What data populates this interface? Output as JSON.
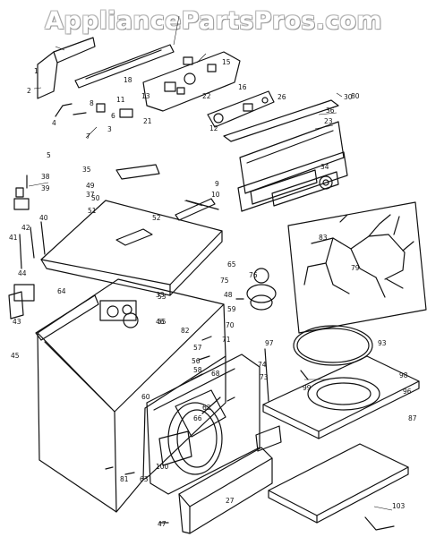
{
  "watermark": "AppliancePartsPros.com",
  "callouts": [
    {
      "key": "c1",
      "text": "1"
    },
    {
      "key": "c2",
      "text": "2"
    },
    {
      "key": "c3",
      "text": "3"
    },
    {
      "key": "c4",
      "text": "4"
    },
    {
      "key": "c5",
      "text": "5"
    },
    {
      "key": "c6",
      "text": "6"
    },
    {
      "key": "c7",
      "text": "7"
    },
    {
      "key": "c8",
      "text": "8"
    },
    {
      "key": "c9",
      "text": "9"
    },
    {
      "key": "c10",
      "text": "10"
    },
    {
      "key": "c11",
      "text": "11"
    },
    {
      "key": "c12",
      "text": "12"
    },
    {
      "key": "c13",
      "text": "13"
    },
    {
      "key": "c15",
      "text": "15"
    },
    {
      "key": "c16",
      "text": "16"
    },
    {
      "key": "c18",
      "text": "18"
    },
    {
      "key": "c21",
      "text": "21"
    },
    {
      "key": "c22",
      "text": "22"
    },
    {
      "key": "c23",
      "text": "23"
    },
    {
      "key": "c26",
      "text": "26"
    },
    {
      "key": "c27",
      "text": "27"
    },
    {
      "key": "c30",
      "text": "30"
    },
    {
      "key": "c33",
      "text": "33"
    },
    {
      "key": "c34",
      "text": "34"
    },
    {
      "key": "c35",
      "text": "35"
    },
    {
      "key": "c36",
      "text": "36"
    },
    {
      "key": "c37",
      "text": "37"
    },
    {
      "key": "c38",
      "text": "38"
    },
    {
      "key": "c39",
      "text": "39"
    },
    {
      "key": "c40",
      "text": "40"
    },
    {
      "key": "c41",
      "text": "41"
    },
    {
      "key": "c42",
      "text": "42"
    },
    {
      "key": "c43",
      "text": "43"
    },
    {
      "key": "c44",
      "text": "44"
    },
    {
      "key": "c45",
      "text": "45"
    },
    {
      "key": "c46",
      "text": "46"
    },
    {
      "key": "c47",
      "text": "47"
    },
    {
      "key": "c48",
      "text": "48"
    },
    {
      "key": "c49",
      "text": "49"
    },
    {
      "key": "c50",
      "text": "50"
    },
    {
      "key": "c51",
      "text": "51"
    },
    {
      "key": "c52",
      "text": "52"
    },
    {
      "key": "c53",
      "text": "53"
    },
    {
      "key": "c55",
      "text": "55"
    },
    {
      "key": "c56",
      "text": "56"
    },
    {
      "key": "c57",
      "text": "57"
    },
    {
      "key": "c58",
      "text": "58"
    },
    {
      "key": "c59",
      "text": "59"
    },
    {
      "key": "c60",
      "text": "60"
    },
    {
      "key": "c62",
      "text": "62"
    },
    {
      "key": "c63",
      "text": "63"
    },
    {
      "key": "c64",
      "text": "64"
    },
    {
      "key": "c65",
      "text": "65"
    },
    {
      "key": "c66",
      "text": "66"
    },
    {
      "key": "c68",
      "text": "68"
    },
    {
      "key": "c70",
      "text": "70"
    },
    {
      "key": "c71",
      "text": "71"
    },
    {
      "key": "c73",
      "text": "73"
    },
    {
      "key": "c74",
      "text": "74"
    },
    {
      "key": "c75",
      "text": "75"
    },
    {
      "key": "c76",
      "text": "76"
    },
    {
      "key": "c79",
      "text": "79"
    },
    {
      "key": "c80",
      "text": "80"
    },
    {
      "key": "c81",
      "text": "81"
    },
    {
      "key": "c82",
      "text": "82"
    },
    {
      "key": "c83",
      "text": "83"
    },
    {
      "key": "c87",
      "text": "87"
    },
    {
      "key": "c93",
      "text": "93"
    },
    {
      "key": "c96",
      "text": "96"
    },
    {
      "key": "c97",
      "text": "97"
    },
    {
      "key": "c98",
      "text": "98"
    },
    {
      "key": "c99",
      "text": "99"
    },
    {
      "key": "c100",
      "text": "100"
    },
    {
      "key": "c103",
      "text": "103"
    }
  ]
}
